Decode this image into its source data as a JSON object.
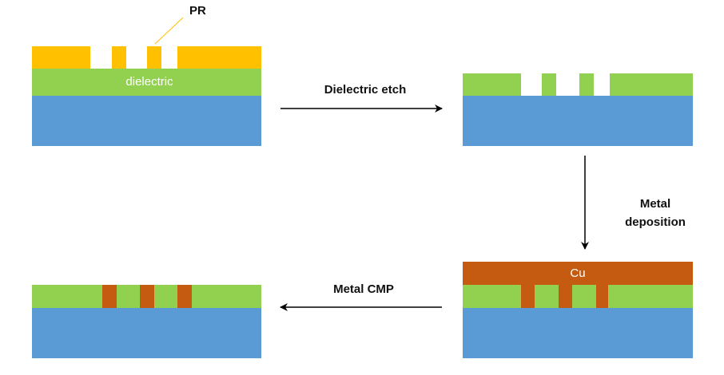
{
  "labels": {
    "pr": "PR",
    "dielectric": "dielectric",
    "cu": "Cu",
    "dielectric_etch": "Dielectric etch",
    "metal_deposition_line1": "Metal",
    "metal_deposition_line2": "deposition",
    "metal_cmp": "Metal CMP"
  },
  "colors": {
    "substrate": "#5b9bd5",
    "dielectric": "#92d050",
    "photoresist": "#ffc000",
    "copper": "#c55a11",
    "arrow": "#000000",
    "pr_leader": "#ffc000"
  },
  "steps": [
    "photoresist-patterned",
    "dielectric-etched",
    "metal-deposited",
    "metal-cmp"
  ]
}
